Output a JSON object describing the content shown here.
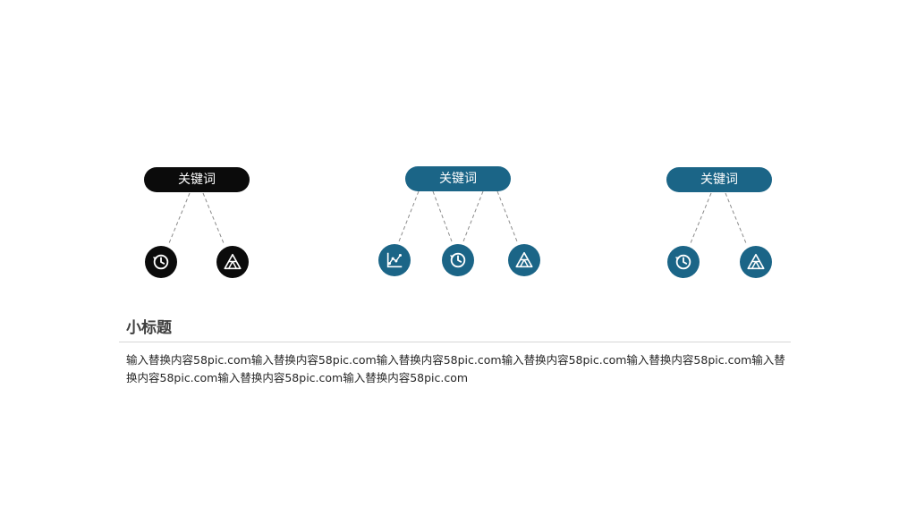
{
  "colors": {
    "black": "#0b0b0b",
    "blue": "#1b6587",
    "connector": "#8c8c8c",
    "rule": "#d6d6d6"
  },
  "groups": [
    {
      "keyword": "关键词",
      "color": "black",
      "icons": [
        "history-icon",
        "triangle-icon"
      ]
    },
    {
      "keyword": "关键词",
      "color": "blue",
      "icons": [
        "chart-icon",
        "history-icon",
        "triangle-icon"
      ]
    },
    {
      "keyword": "关键词",
      "color": "blue",
      "icons": [
        "history-icon",
        "triangle-icon"
      ]
    }
  ],
  "subtitle": "小标题",
  "body_text": "输入替换内容58pic.com输入替换内容58pic.com输入替换内容58pic.com输入替换内容58pic.com输入替换内容58pic.com输入替换内容58pic.com输入替换内容58pic.com输入替换内容58pic.com"
}
